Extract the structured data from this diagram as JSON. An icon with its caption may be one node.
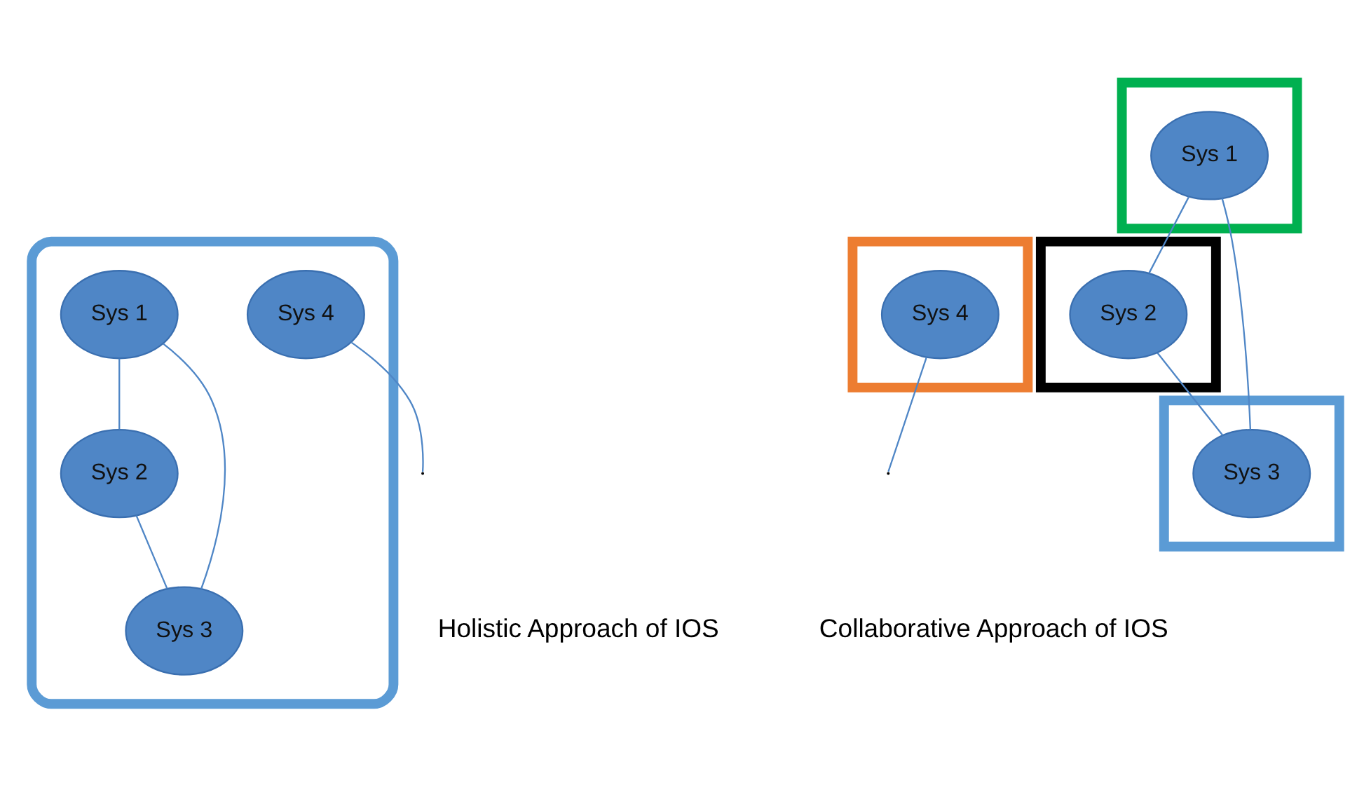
{
  "diagram": {
    "nodes": [
      {
        "text": [],
        "shape": "box"
      },
      {
        "text": [
          "Sys 1"
        ],
        "in": 0
      },
      {
        "text": [
          "Sys 2"
        ],
        "in": 0
      },
      {
        "text": [
          "Sys 4"
        ],
        "in": 0
      },
      {
        "text": [
          "Sys 3"
        ],
        "in": 0
      },
      {
        "text": [],
        "shape": "box"
      },
      {
        "text": [
          "Sys 1"
        ],
        "in": 5
      },
      {
        "text": [],
        "shape": "box"
      },
      {
        "text": [
          "Sys 2"
        ],
        "in": 7
      },
      {
        "text": [],
        "shape": "box"
      },
      {
        "text": [
          "Sys 4"
        ],
        "in": 9
      },
      {
        "text": [],
        "shape": "box"
      },
      {
        "text": [
          "Sys 3"
        ],
        "in": 11
      }
    ],
    "edges": [
      {
        "from": 1,
        "to": 2,
        "arrow": "none"
      },
      {
        "from": 1,
        "to": 4,
        "arrow": "none"
      },
      {
        "from": 2,
        "to": 4,
        "arrow": "none"
      },
      {
        "from": 3,
        "to": null,
        "arrow": "none"
      },
      {
        "from": 6,
        "to": 8,
        "arrow": "none"
      },
      {
        "from": 6,
        "to": 12,
        "arrow": "none"
      },
      {
        "from": 8,
        "to": 12,
        "arrow": "none"
      },
      {
        "from": 10,
        "to": null,
        "arrow": "none"
      }
    ],
    "labels": [
      "Holistic Approach of IOS",
      "Collaborative Approach of IOS"
    ]
  }
}
